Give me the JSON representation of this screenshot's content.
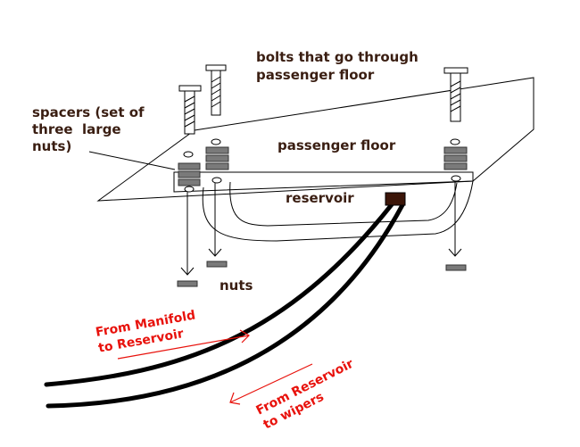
{
  "labels": {
    "bolts": [
      "bolts that go through",
      "passenger floor"
    ],
    "spacers": [
      "spacers (set of",
      "three  large",
      "nuts)"
    ],
    "floor": "passenger floor",
    "reservoir": "reservoir",
    "nuts": "nuts",
    "manifold_flow": [
      "From Manifold",
      "to Reservoir"
    ],
    "wiper_flow": [
      "From Reservoir",
      "to wipers"
    ]
  },
  "colors": {
    "label_dark": "#3a1e12",
    "label_red": "#e8120c",
    "line": "#000000",
    "part_gray": "#7a7a7a",
    "fitting": "#3b1508"
  }
}
